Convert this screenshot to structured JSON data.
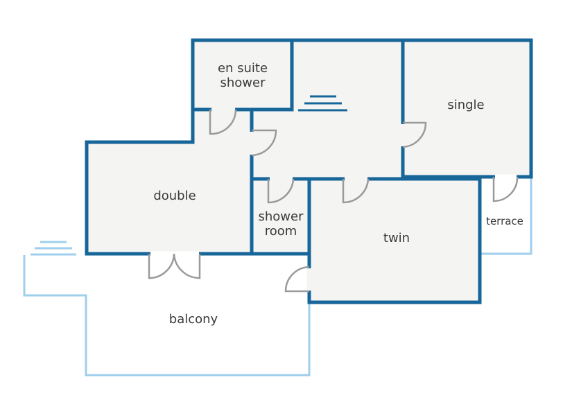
{
  "floorplan": {
    "colors": {
      "wall": "#17669a",
      "outdoor": "#9fcfec",
      "door": "#9a9a9a",
      "room_fill": "#f4f4f3"
    },
    "rooms": {
      "en_suite": {
        "line1": "en suite",
        "line2": "shower"
      },
      "single": "single",
      "double": "double",
      "shower_room": {
        "line1": "shower",
        "line2": "room"
      },
      "twin": "twin",
      "terrace": "terrace",
      "balcony": "balcony"
    },
    "icons": [
      "stairs-icon",
      "stairs-icon"
    ]
  }
}
